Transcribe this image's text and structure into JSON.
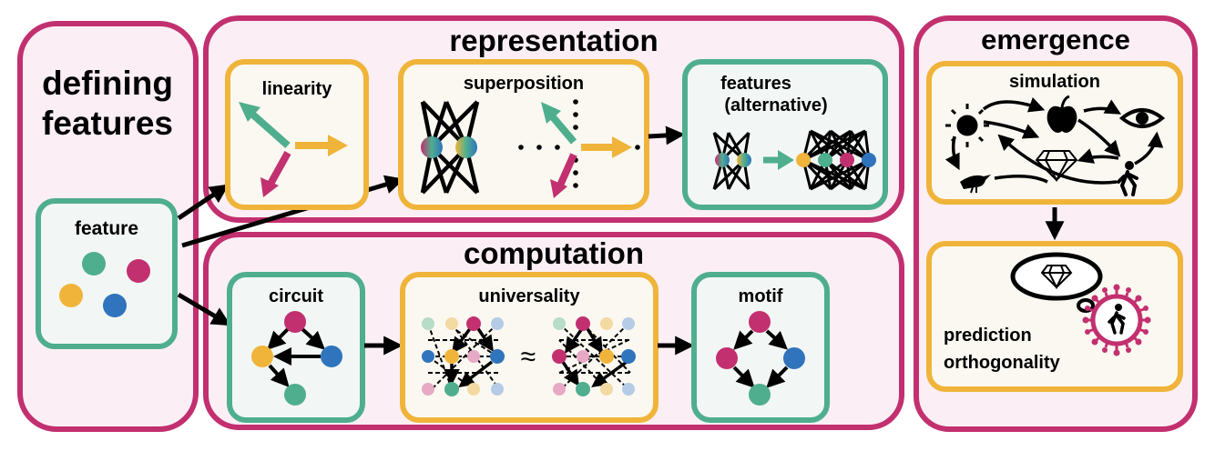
{
  "colors": {
    "magenta": "#c2306f",
    "teal": "#4fae8e",
    "orange": "#f0b43a",
    "blue": "#2f74bd",
    "light_pink": "#fbeff5",
    "light_cream": "#fbf8f1",
    "light_teal": "#f2f7f5"
  },
  "panels": {
    "defining": {
      "title_line1": "defining",
      "title_line2": "features"
    },
    "representation": {
      "title": "representation"
    },
    "computation": {
      "title": "computation"
    },
    "emergence": {
      "title": "emergence"
    }
  },
  "boxes": {
    "feature": "feature",
    "linearity": "linearity",
    "superposition": "superposition",
    "features_alt_line1": "features",
    "features_alt_line2": "(alternative)",
    "circuit": "circuit",
    "universality": "universality",
    "motif": "motif",
    "simulation": "simulation",
    "prediction": "prediction",
    "orthogonality": "orthogonality"
  },
  "symbols": {
    "approx": "≈"
  },
  "icons": [
    "sun-icon",
    "apple-icon",
    "eye-icon",
    "diamond-icon",
    "bird-icon",
    "walking-person-icon",
    "thought-bubble-icon",
    "virus-icon"
  ]
}
